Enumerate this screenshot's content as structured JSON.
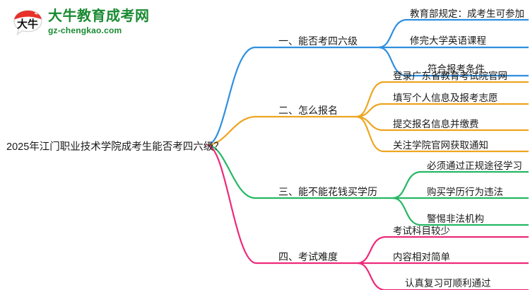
{
  "logo": {
    "mark_name": "daniu-speech-bubble-logo",
    "title": "大牛教育成考网",
    "subtitle": "gz-chengkao.com",
    "brand_color": "#1a8a32",
    "mark_accent_color": "#e8312a"
  },
  "mindmap": {
    "root": "2025年江门职业技术学院成考生能否考四六级？",
    "branches": [
      {
        "label": "一、能否考四六级",
        "color": "#2f8fe0",
        "children": [
          "教育部规定：成考生可参加",
          "修完大学英语课程",
          "符合报考条件"
        ]
      },
      {
        "label": "二、怎么报名",
        "color": "#eda521",
        "children": [
          "登录广东省教育考试院官网",
          "填写个人信息及报考志愿",
          "提交报名信息并缴费",
          "关注学院官网获取通知"
        ]
      },
      {
        "label": "三、能不能花钱买学历",
        "color": "#25b864",
        "children": [
          "必须通过正规途径学习",
          "购买学历行为违法",
          "警惕非法机构"
        ]
      },
      {
        "label": "四、考试难度",
        "color": "#ed2a7b",
        "children": [
          "考试科目较少",
          "内容相对简单",
          "认真复习可顺利通过"
        ]
      }
    ]
  }
}
